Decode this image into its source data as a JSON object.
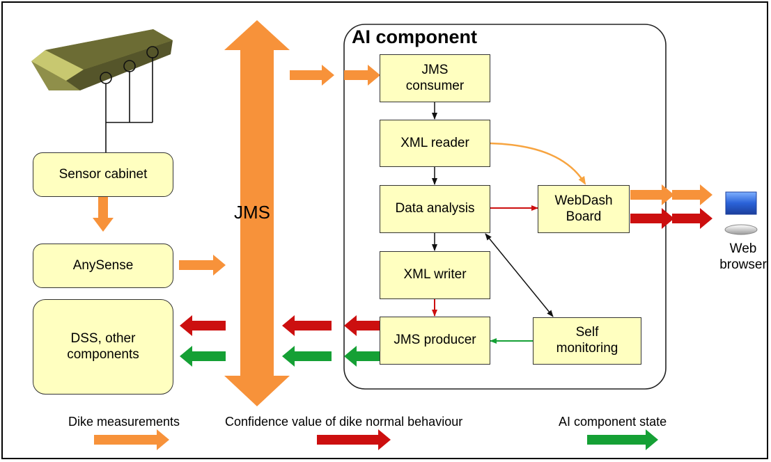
{
  "ai_component": {
    "title": "AI component"
  },
  "bus": {
    "label": "JMS"
  },
  "boxes": {
    "sensor_cabinet": "Sensor cabinet",
    "anysense": "AnySense",
    "dss": "DSS, other\ncomponents",
    "jms_consumer": "JMS\nconsumer",
    "xml_reader": "XML reader",
    "data_analysis": "Data analysis",
    "xml_writer": "XML writer",
    "jms_producer": "JMS producer",
    "self_monitoring": "Self\nmonitoring",
    "webdash": "WebDash\nBoard"
  },
  "web_browser": {
    "label": "Web\nbrowser"
  },
  "legend": {
    "dike": "Dike measurements",
    "confidence": "Confidence value of dike normal behaviour",
    "state": "AI component state"
  },
  "colors": {
    "orange": "#f7923a",
    "red": "#cc0f0f",
    "green": "#15a035",
    "box_fill": "#ffffc0",
    "dike": "#8a8a45"
  }
}
